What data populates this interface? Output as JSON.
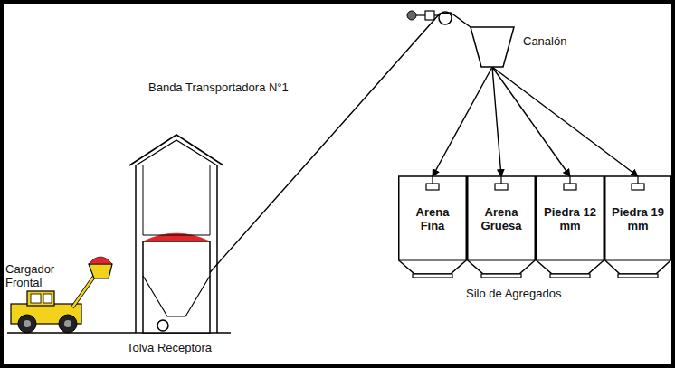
{
  "diagram": {
    "nodes": [
      {
        "text": [
          "Tolva Receptora"
        ]
      },
      {
        "text": [
          "Canalón"
        ]
      },
      {
        "text": [
          "Silo de Agregados"
        ]
      },
      {
        "text": [
          "Arena Fina"
        ],
        "in": 2
      },
      {
        "text": [
          "Arena Gruesa"
        ],
        "in": 2
      },
      {
        "text": [
          "Piedra 12 mm"
        ],
        "in": 2
      },
      {
        "text": [
          "Piedra 19 mm"
        ],
        "in": 2
      }
    ],
    "edges": [
      {
        "from": 0,
        "to": 1,
        "arrow": "none",
        "label": "Banda Transportadora N°1"
      },
      {
        "from": 1,
        "to": 3,
        "arrow": "to"
      },
      {
        "from": 1,
        "to": 4,
        "arrow": "to"
      },
      {
        "from": 1,
        "to": 5,
        "arrow": "to"
      },
      {
        "from": 1,
        "to": 6,
        "arrow": "to"
      }
    ],
    "labels": [
      "Cargador Frontal"
    ]
  }
}
